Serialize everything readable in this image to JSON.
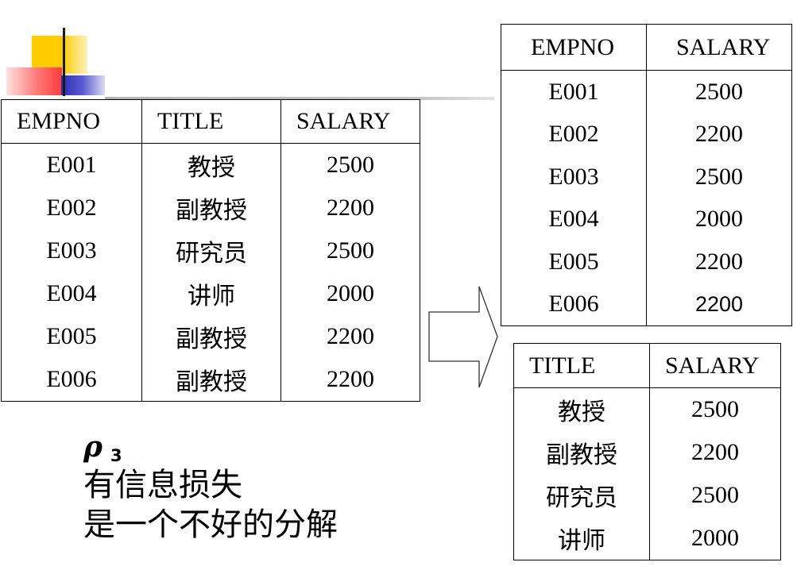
{
  "colors": {
    "border": "#000000",
    "text": "#000000",
    "accent_yellow": "#ffcc00",
    "accent_red": "#ff3b3b",
    "accent_blue": "#2b2bb8"
  },
  "left_table": {
    "headers": [
      "EMPNO",
      "TITLE",
      "SALARY"
    ],
    "rows": [
      [
        "E001",
        "教授",
        "2500"
      ],
      [
        "E002",
        "副教授",
        "2200"
      ],
      [
        "E003",
        "研究员",
        "2500"
      ],
      [
        "E004",
        "讲师",
        "2000"
      ],
      [
        "E005",
        "副教授",
        "2200"
      ],
      [
        "E006",
        "副教授",
        "2200"
      ]
    ]
  },
  "top_right_table": {
    "headers": [
      "EMPNO",
      "SALARY"
    ],
    "rows": [
      [
        "E001",
        "2500"
      ],
      [
        "E002",
        "2200"
      ],
      [
        "E003",
        "2500"
      ],
      [
        "E004",
        "2000"
      ],
      [
        "E005",
        "2200"
      ],
      [
        "E006",
        "2200"
      ]
    ]
  },
  "bottom_right_table": {
    "headers": [
      "TITLE",
      "SALARY"
    ],
    "rows": [
      [
        "教授",
        "2500"
      ],
      [
        "副教授",
        "2200"
      ],
      [
        "研究员",
        "2500"
      ],
      [
        "讲师",
        "2000"
      ]
    ]
  },
  "caption": {
    "symbol": "ρ",
    "subscript": "3",
    "line1": "有信息损失",
    "line2": "是一个不好的分解"
  }
}
